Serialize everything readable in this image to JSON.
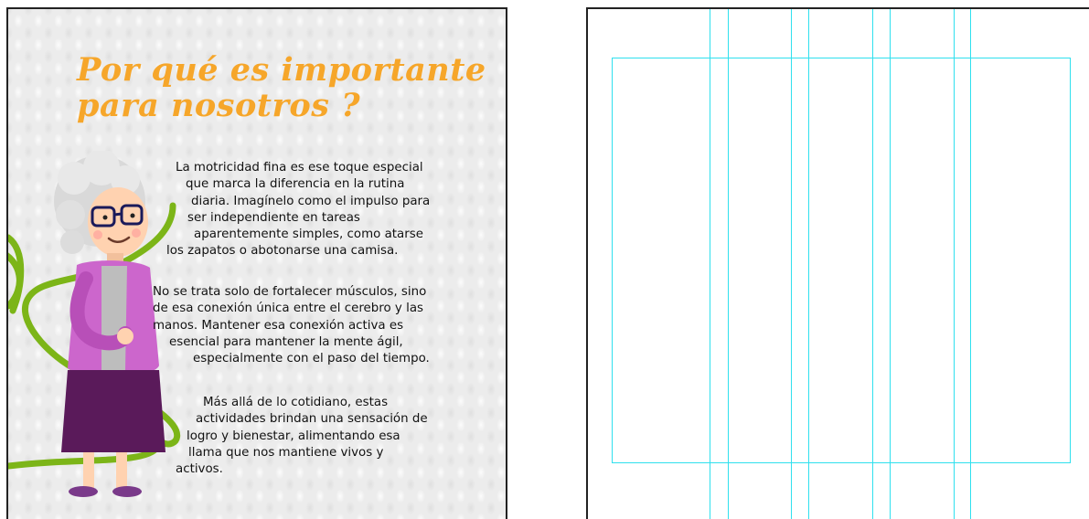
{
  "left_page": {
    "title": "Por qué es importante\npara nosotros ?",
    "paragraph1": [
      "La motricidad fina es ese toque especial",
      "que marca la diferencia en la rutina",
      "diaria. Imagínelo como el impulso para",
      "ser independiente en tareas",
      "aparentemente simples, como atarse",
      "los zapatos o abotonarse una camisa."
    ],
    "paragraph2": [
      "No se trata solo de fortalecer músculos, sino",
      "de esa conexión única entre el cerebro y las",
      "manos. Mantener esa conexión activa es",
      "esencial para mantener la mente ágil,",
      "especialmente con el paso del tiempo."
    ],
    "paragraph3": [
      "Más allá de lo cotidiano, estas",
      "actividades brindan una sensación de",
      "logro y bienestar, alimentando esa",
      "llama que nos mantiene vivos y",
      "activos."
    ],
    "illustration": "elderly-woman-with-green-yarn"
  },
  "right_page": {
    "guides": "cyan-layout-guides"
  },
  "colors": {
    "title": "#f6a62a",
    "text": "#111111",
    "guide": "#2fe0ee",
    "yarn": "#7cb518"
  }
}
